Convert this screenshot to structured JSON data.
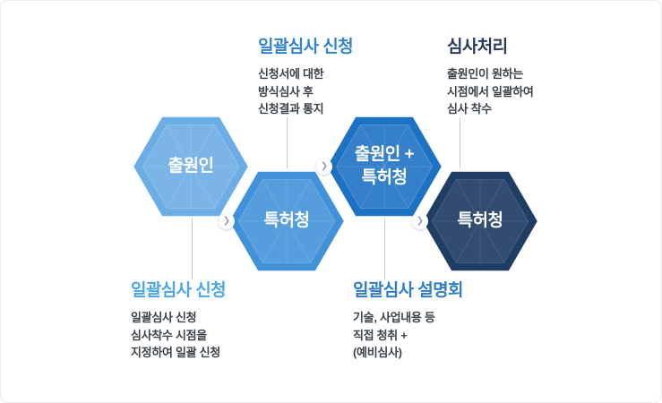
{
  "canvas": {
    "background": "#ffffff",
    "border_color": "#ececee"
  },
  "hexagons": [
    {
      "label": "출원인",
      "fill": "#6cade6"
    },
    {
      "label": "특허청",
      "fill": "#4292da"
    },
    {
      "label_line1": "출원인 +",
      "label_line2": "특허청",
      "fill": "#1e72c4"
    },
    {
      "label": "특허청",
      "fill": "#203d63"
    }
  ],
  "annotations": {
    "top_middle": {
      "title": "일괄심사 신청",
      "title_color": "#3383cf",
      "lines": [
        "신청서에 대한",
        "방식심사 후",
        "신청결과 통지"
      ]
    },
    "top_right": {
      "title": "심사처리",
      "title_color": "#273a5c",
      "lines": [
        "출원인이 원하는",
        "시점에서 일괄하여",
        "심사 착수"
      ]
    },
    "bottom_left": {
      "title": "일괄심사 신청",
      "title_color": "#4aa6e8",
      "lines": [
        "일괄심사 신청",
        "심사착수 시점을",
        "지정하여 일괄 신청"
      ]
    },
    "bottom_middle": {
      "title": "일괄심사 설명회",
      "title_color": "#2f7dc8",
      "lines": [
        "기술, 사업내용 등",
        "직접 청취 +",
        "(예비심사)"
      ]
    }
  },
  "icons": {
    "chevron": "❯"
  },
  "styles": {
    "body_text_color": "#3d434b",
    "connector_color": "#c9c9c9",
    "hexagon_border": "#ffffff"
  }
}
